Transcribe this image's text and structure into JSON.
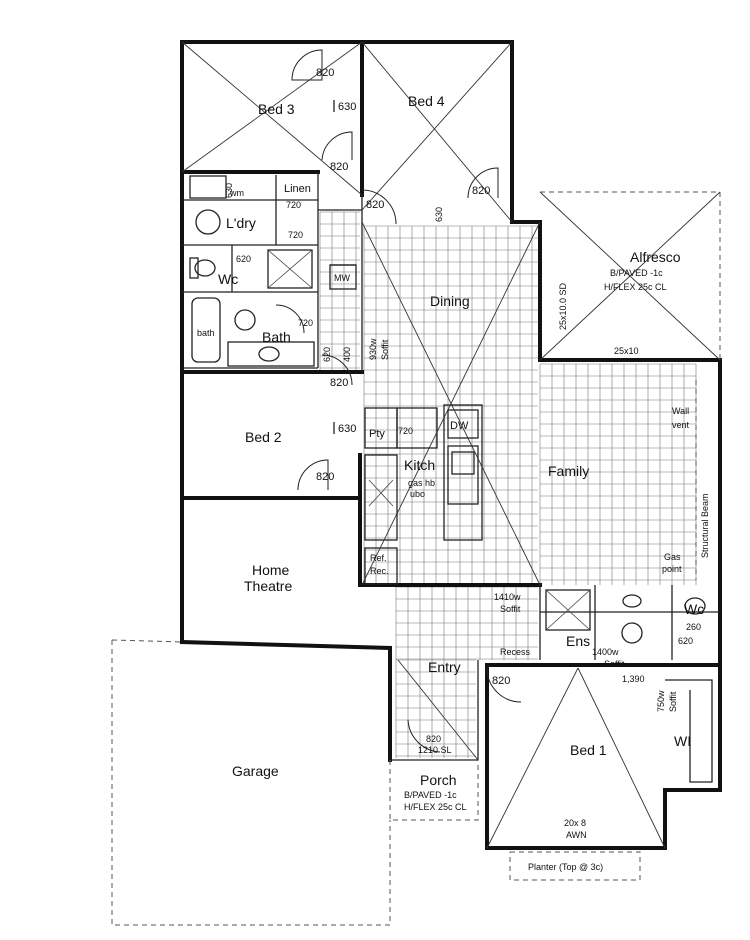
{
  "rooms": {
    "bed3": "Bed 3",
    "bed4": "Bed 4",
    "bed2": "Bed 2",
    "bed1": "Bed 1",
    "home_theatre_1": "Home",
    "home_theatre_2": "Theatre",
    "garage": "Garage",
    "porch": "Porch",
    "entry": "Entry",
    "family": "Family",
    "dining": "Dining",
    "kitch": "Kitch",
    "alfresco": "Alfresco",
    "bath": "Bath",
    "ldry": "L'dry",
    "wc": "Wc",
    "wc_ens": "Wc",
    "ens": "Ens",
    "linen": "Linen",
    "pty": "Pty",
    "wi": "WI"
  },
  "labels": {
    "wm": "wm",
    "bath_tub": "bath",
    "dw": "DW",
    "gas_hob": "gas hb",
    "ubo": "ubo",
    "ref": "Ref.",
    "rec": "Rec.",
    "recess": "Recess",
    "mw": "MW",
    "wall_vent_1": "Wall",
    "wall_vent_2": "vent",
    "gas_point_1": "Gas",
    "gas_point_2": "point",
    "structural_beam": "Structural Beam",
    "alfresco_note_1": "B/PAVED -1c",
    "alfresco_note_2": "H/FLEX 25c CL",
    "porch_note_1": "B/PAVED -1c",
    "porch_note_2": "H/FLEX 25c CL",
    "planter": "Planter (Top @ 3c)",
    "awn_1": "20x 8",
    "awn_2": "AWN",
    "soffit_dining_1": "930w",
    "soffit_dining_2": "Soffit",
    "soffit_entry_1": "1410w",
    "soffit_entry_2": "Soffit",
    "soffit_ens_1": "1400w",
    "soffit_ens_2": "Soffit",
    "soffit_wi_1": "750w",
    "soffit_wi_2": "Soffit",
    "window_25x10": "25x10",
    "window_25x10sd": "25x10.0 SD",
    "entry_sl": "1210 SL",
    "dim_1390": "1,390"
  },
  "dims": {
    "d820_bed3": "820",
    "d630_bed3": "630",
    "d820_bed3b": "820",
    "d820_bed4": "820",
    "d630_bed4": "630",
    "d820_hall": "820",
    "d720_linen": "720",
    "d720_ldry": "720",
    "d630_ldry": "630",
    "d620_wc": "620",
    "d720_bath": "720",
    "d620_bath": "620",
    "d400": "400",
    "d820_bed2a": "820",
    "d630_bed2": "630",
    "d720_pty": "720",
    "d820_bed2": "820",
    "d820_bed1": "820",
    "d820_entry": "820",
    "d260_ens": "260",
    "d620_ens": "620"
  }
}
